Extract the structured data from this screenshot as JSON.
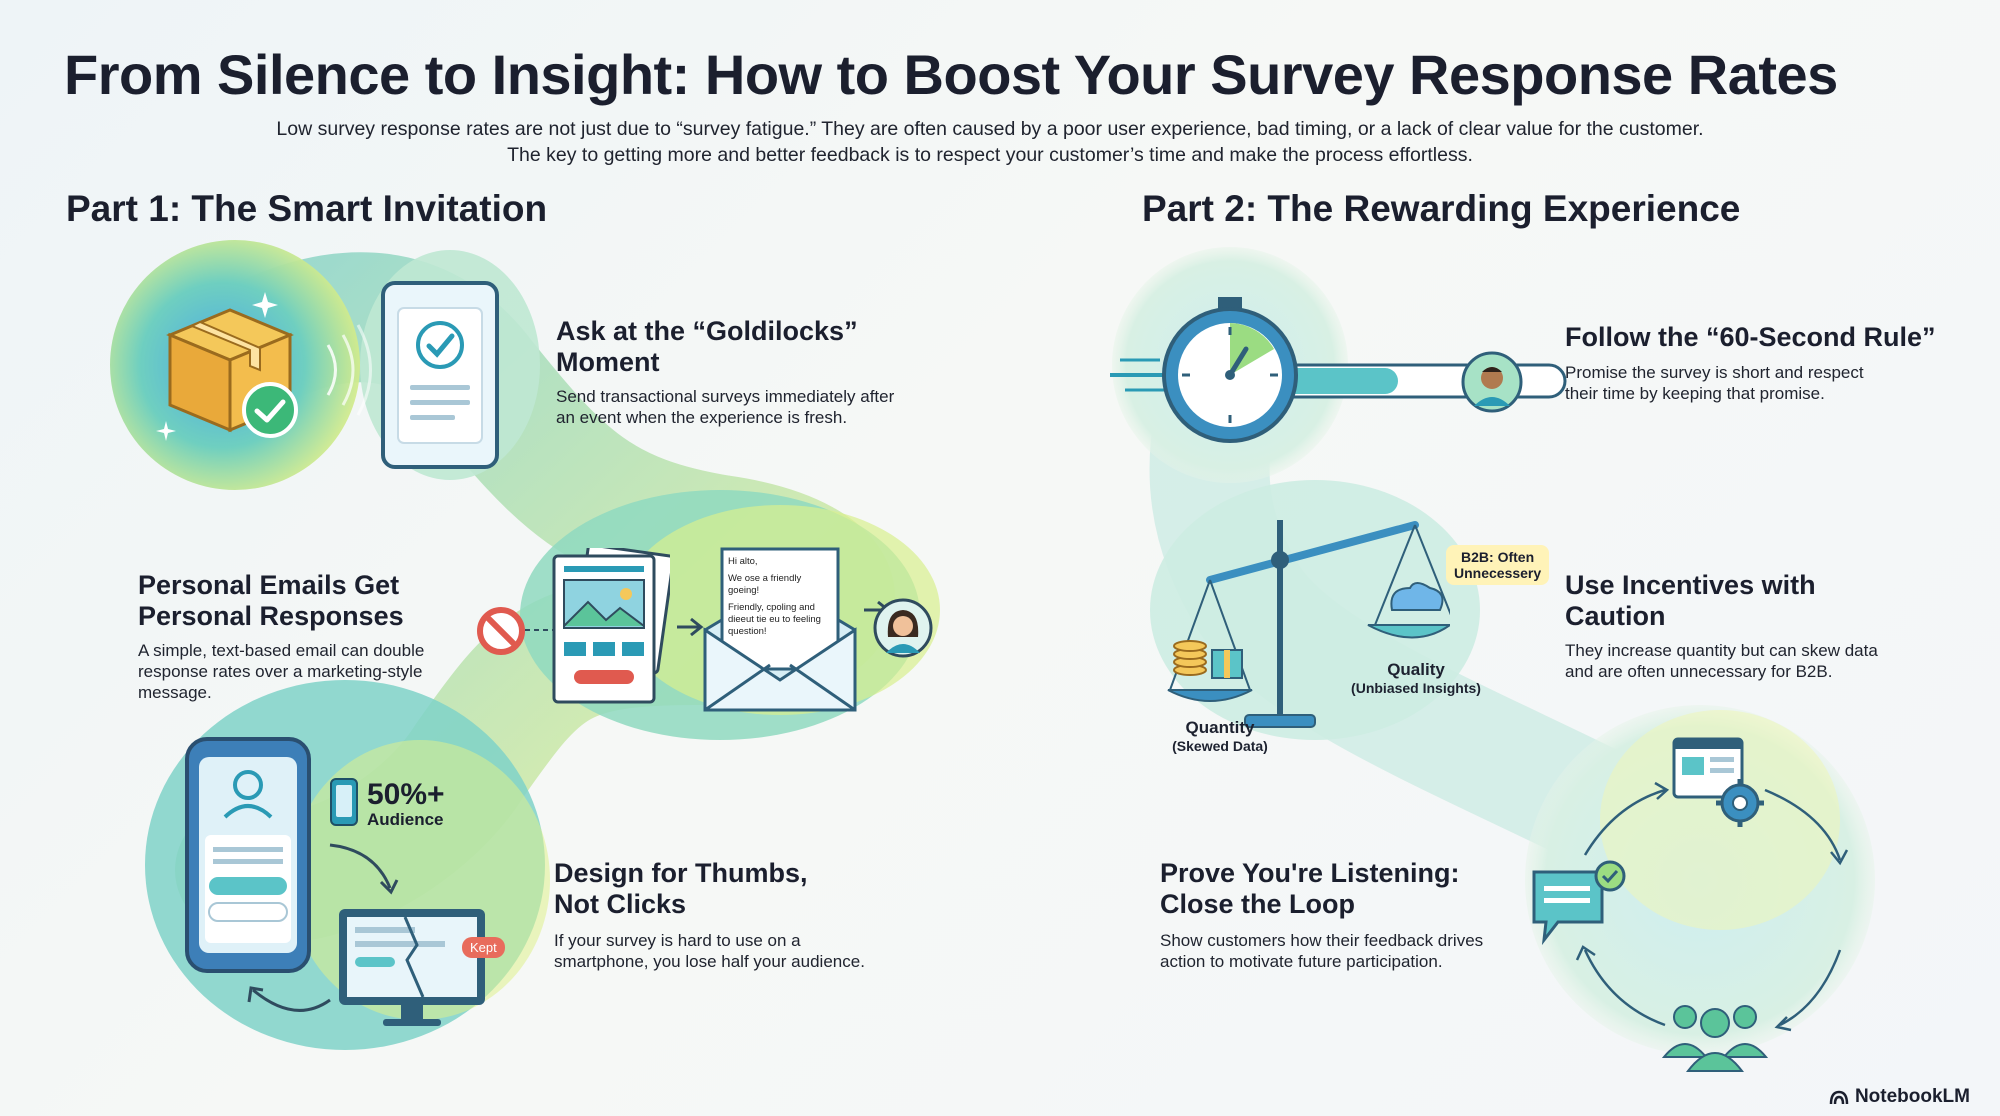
{
  "title": "From Silence to Insight: How to Boost Your Survey Response Rates",
  "subtitle": [
    "Low survey response rates are not just due to “survey fatigue.” They are often caused by a poor user experience, bad timing, or a lack of clear value for the customer.",
    "The key to getting more and better feedback is to respect your customer’s time and make the process effortless."
  ],
  "part1": {
    "heading": "Part 1: The Smart Invitation",
    "sections": [
      {
        "title": "Ask at the “Goldilocks” Moment",
        "description": "Send transactional surveys immediately after an event when the experience is fresh."
      },
      {
        "title": "Personal Emails Get Personal Responses",
        "description": "A simple, text-based email can double response rates over a marketing-style message."
      },
      {
        "title": "Design for Thumbs, Not Clicks",
        "description": "If your survey is hard to use on a smartphone, you lose half your audience."
      }
    ],
    "email_lines": [
      "Hi alto,",
      "We ose a friendly",
      "goeing!",
      "Friendly, cpoling and",
      "dieeut tie eu to feeling",
      "question!"
    ],
    "audience_stat": "50%+",
    "audience_label": "Audience",
    "kept_tag": "Kept"
  },
  "part2": {
    "heading": "Part 2: The Rewarding Experience",
    "sections": [
      {
        "title": "Follow the “60-Second Rule”",
        "description": "Promise the survey is short and respect their time by keeping that promise."
      },
      {
        "title": "Use Incentives with Caution",
        "description": "They increase quantity but can skew data and are often unnecessary for B2B."
      },
      {
        "title": "Prove You're Listening: Close the Loop",
        "description": "Show customers how their feedback drives action to motivate future participation."
      }
    ],
    "scale": {
      "b2b_note_line1": "B2B: Often",
      "b2b_note_line2": "Unnecessery",
      "quality_label": "Quality",
      "quality_sub": "(Unbiased Insights)",
      "quantity_label": "Quantity",
      "quantity_sub": "(Skewed Data)"
    }
  },
  "footer": {
    "brand": "NotebookLM"
  },
  "colors": {
    "accent_teal": "#2a9ab5",
    "accent_green": "#5bc49a",
    "blob_yellow": "#e8f08a",
    "check_green": "#3cb878",
    "warn_red": "#e05a4f"
  }
}
